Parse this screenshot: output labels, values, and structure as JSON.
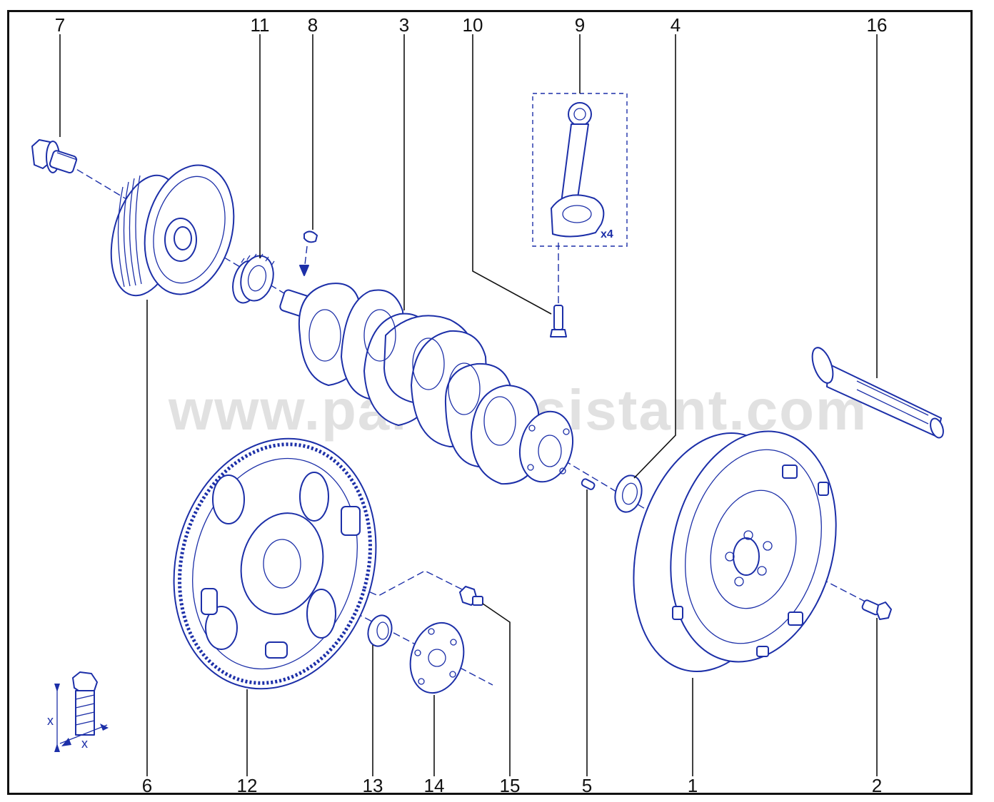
{
  "watermark": "www.partsassistant.com",
  "labels": {
    "l7": "7",
    "l11": "11",
    "l8": "8",
    "l3": "3",
    "l10": "10",
    "l9": "9",
    "l4": "4",
    "l16": "16",
    "l6": "6",
    "l12": "12",
    "l13": "13",
    "l14": "14",
    "l15": "15",
    "l5": "5",
    "l1": "1",
    "l2": "2"
  },
  "quantity_note": "x4",
  "tightening_symbol": {
    "dim_a": "x",
    "dim_b": "x"
  },
  "colors": {
    "line": "#1c2fa8",
    "frame": "#111111",
    "watermark": "#c8c8c8"
  }
}
